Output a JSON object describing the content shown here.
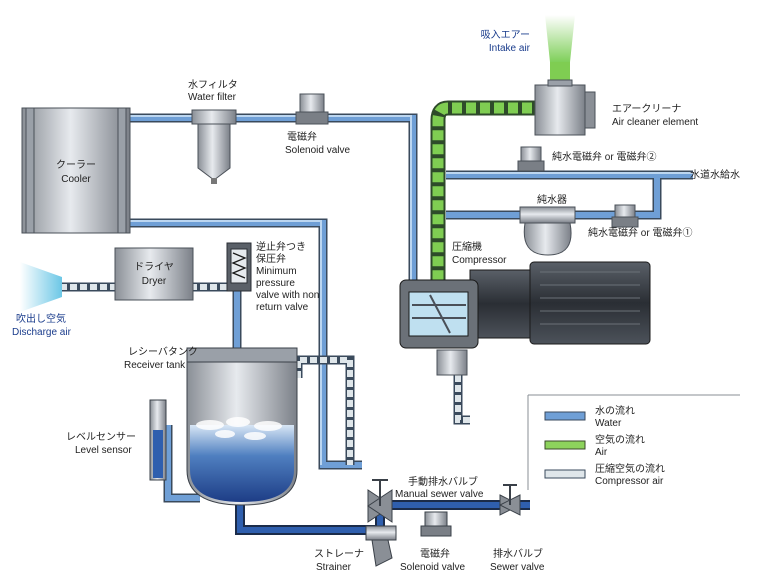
{
  "labels": {
    "intake_air_jp": "吸入エアー",
    "intake_air_en": "Intake air",
    "water_filter_jp": "水フィルタ",
    "water_filter_en": "Water filter",
    "solenoid_top_jp": "電磁弁",
    "solenoid_top_en": "Solenoid valve",
    "air_cleaner_jp": "エアークリーナ",
    "air_cleaner_en": "Air cleaner element",
    "pure_valve2": "純水電磁弁 or 電磁弁②",
    "tap_water": "水道水給水",
    "purifier": "純水器",
    "pure_valve1": "純水電磁弁 or 電磁弁①",
    "cooler_jp": "クーラー",
    "cooler_en": "Cooler",
    "dryer_jp": "ドライヤ",
    "dryer_en": "Dryer",
    "check_valve_jp1": "逆止弁つき",
    "check_valve_jp2": "保圧弁",
    "check_valve_en1": "Minimum",
    "check_valve_en2": "pressure",
    "check_valve_en3": "valve with non",
    "check_valve_en4": "return valve",
    "compressor_jp": "圧縮機",
    "compressor_en": "Compressor",
    "discharge_jp": "吹出し空気",
    "discharge_en": "Discharge air",
    "receiver_jp": "レシーバタンク",
    "receiver_en": "Receiver tank",
    "level_jp": "レベルセンサー",
    "level_en": "Level sensor",
    "manual_sewer_jp": "手動排水バルブ",
    "manual_sewer_en": "Manual sewer valve",
    "strainer_jp": "ストレーナ",
    "strainer_en": "Strainer",
    "solenoid_bottom_jp": "電磁弁",
    "solenoid_bottom_en": "Solenoid valve",
    "sewer_jp": "排水バルブ",
    "sewer_en": "Sewer valve"
  },
  "legend": {
    "water_jp": "水の流れ",
    "water_en": "Water",
    "air_jp": "空気の流れ",
    "air_en": "Air",
    "comp_jp": "圧縮空気の流れ",
    "comp_en": "Compressor air"
  },
  "colors": {
    "water": "#6f9fd6",
    "air": "#8dd35c",
    "compressed": "#dfe6ea",
    "pipe_outline": "#3a4a5c",
    "dark_water": "#1f3f86"
  }
}
